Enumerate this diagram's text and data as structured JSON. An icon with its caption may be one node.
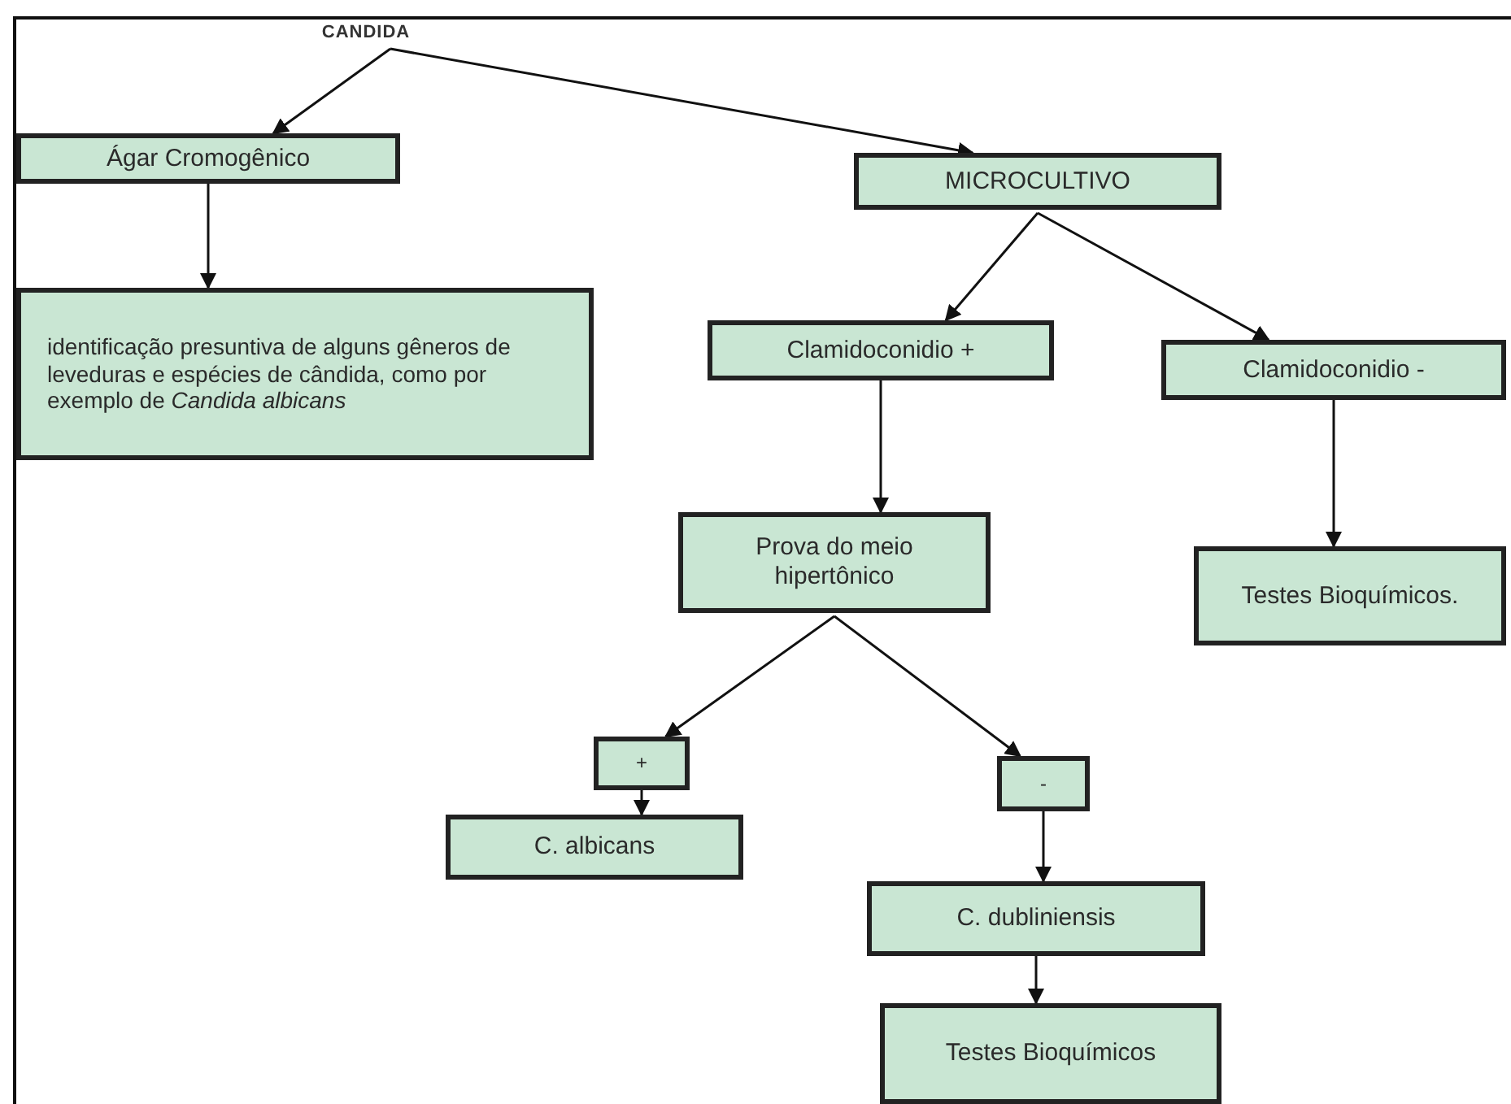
{
  "diagram": {
    "nodes": [
      {
        "text": [
          "CANDIDA"
        ]
      },
      {
        "text": [
          "Ágar Cromogênico"
        ]
      },
      {
        "text": [
          "identificação presuntiva de alguns gêneros de leveduras e espécies de cândida, como por exemplo de *Candida albicans*"
        ]
      },
      {
        "text": [
          "MICROCULTIVO"
        ]
      },
      {
        "text": [
          "Clamidoconidio +"
        ]
      },
      {
        "text": [
          "Clamidoconidio -"
        ]
      },
      {
        "text": [
          "Prova do meio hipertônico"
        ]
      },
      {
        "text": [
          "Testes Bioquímicos."
        ]
      },
      {
        "text": [
          "+"
        ]
      },
      {
        "text": [
          "-"
        ]
      },
      {
        "text": [
          "C. albicans"
        ]
      },
      {
        "text": [
          "C. dubliniensis"
        ]
      },
      {
        "text": [
          "Testes Bioquímicos"
        ]
      }
    ],
    "edges": [
      {
        "from": 0,
        "to": 1,
        "arrow": "to"
      },
      {
        "from": 0,
        "to": 3,
        "arrow": "to"
      },
      {
        "from": 1,
        "to": 2,
        "arrow": "to"
      },
      {
        "from": 3,
        "to": 4,
        "arrow": "to"
      },
      {
        "from": 3,
        "to": 5,
        "arrow": "to"
      },
      {
        "from": 4,
        "to": 6,
        "arrow": "to"
      },
      {
        "from": 5,
        "to": 7,
        "arrow": "to"
      },
      {
        "from": 6,
        "to": 8,
        "arrow": "to"
      },
      {
        "from": 6,
        "to": 9,
        "arrow": "to"
      },
      {
        "from": 8,
        "to": 10,
        "arrow": "to"
      },
      {
        "from": 9,
        "to": 11,
        "arrow": "to"
      },
      {
        "from": 11,
        "to": 12,
        "arrow": "to"
      }
    ]
  }
}
